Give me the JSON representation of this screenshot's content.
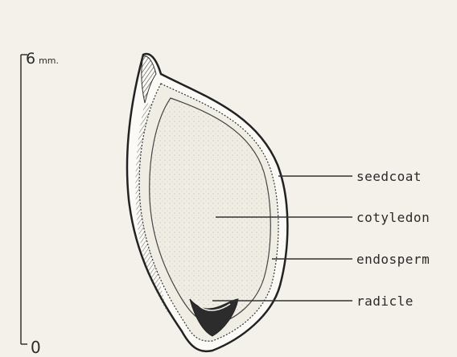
{
  "scale": {
    "top_value": "6",
    "top_unit": "mm.",
    "bottom_value": "0"
  },
  "labels": {
    "seedcoat": "seedcoat",
    "cotyledon": "cotyledon",
    "endosperm": "endosperm",
    "radicle": "radicle"
  }
}
